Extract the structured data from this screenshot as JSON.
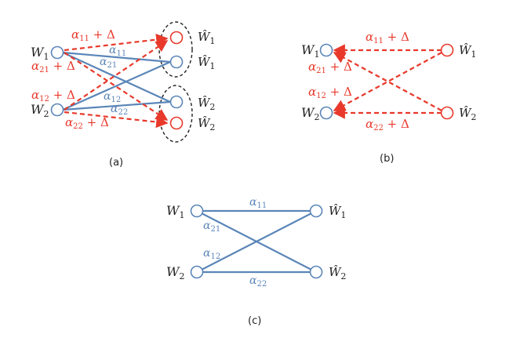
{
  "colors": {
    "blue": "#5b86b8",
    "red": "#e8392b",
    "black": "#222222",
    "ellipse": "#222222"
  },
  "panel_a": {
    "caption": "(a)",
    "left_nodes": [
      {
        "base": "W",
        "sub": "1"
      },
      {
        "base": "W",
        "sub": "2"
      }
    ],
    "right_nodes": [
      {
        "base": "Ŵ",
        "sub": "1"
      },
      {
        "base": "Ŵ",
        "sub": "1"
      },
      {
        "base": "Ŵ",
        "sub": "2"
      },
      {
        "base": "Ŵ",
        "sub": "2"
      }
    ],
    "blue_labels": [
      {
        "base": "α",
        "sub": "11"
      },
      {
        "base": "α",
        "sub": "21"
      },
      {
        "base": "α",
        "sub": "12"
      },
      {
        "base": "α",
        "sub": "22"
      }
    ],
    "red_labels": [
      {
        "base": "α",
        "sub": "11",
        "suffix": " + Δ"
      },
      {
        "base": "α",
        "sub": "21",
        "suffix": " + Δ"
      },
      {
        "base": "α",
        "sub": "12",
        "suffix": " + Δ"
      },
      {
        "base": "α",
        "sub": "22",
        "suffix": " + Δ"
      }
    ]
  },
  "panel_b": {
    "caption": "(b)",
    "left_nodes": [
      {
        "base": "W",
        "sub": "1"
      },
      {
        "base": "W",
        "sub": "2"
      }
    ],
    "right_nodes": [
      {
        "base": "Ŵ",
        "sub": "1"
      },
      {
        "base": "Ŵ",
        "sub": "2"
      }
    ],
    "red_labels": [
      {
        "base": "α",
        "sub": "11",
        "suffix": " + Δ"
      },
      {
        "base": "α",
        "sub": "21",
        "suffix": " + Δ"
      },
      {
        "base": "α",
        "sub": "12",
        "suffix": " + Δ"
      },
      {
        "base": "α",
        "sub": "22",
        "suffix": " + Δ"
      }
    ]
  },
  "panel_c": {
    "caption": "(c)",
    "left_nodes": [
      {
        "base": "W",
        "sub": "1"
      },
      {
        "base": "W",
        "sub": "2"
      }
    ],
    "right_nodes": [
      {
        "base": "Ŵ",
        "sub": "1"
      },
      {
        "base": "Ŵ",
        "sub": "2"
      }
    ],
    "blue_labels": [
      {
        "base": "α",
        "sub": "11"
      },
      {
        "base": "α",
        "sub": "21"
      },
      {
        "base": "α",
        "sub": "12"
      },
      {
        "base": "α",
        "sub": "22"
      }
    ]
  }
}
